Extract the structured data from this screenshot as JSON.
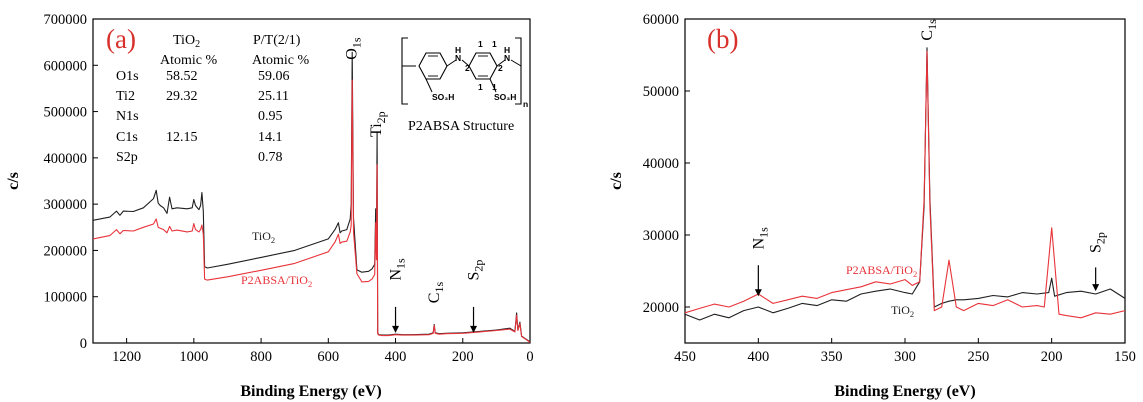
{
  "colors": {
    "tio2": "#1f1f1f",
    "p2absa": "#e8333a",
    "tag": "#d8302a"
  },
  "chart_data": [
    {
      "type": "line",
      "panel_label": "(a)",
      "xlabel": "Binding Energy (eV)",
      "ylabel": "c/s",
      "xlim": [
        1300,
        0
      ],
      "ylim": [
        0,
        700000
      ],
      "x_reversed": true,
      "xticks": [
        {
          "value": 1200,
          "label": "1200"
        },
        {
          "value": 1000,
          "label": "1000"
        },
        {
          "value": 800,
          "label": "800"
        },
        {
          "value": 600,
          "label": "600"
        },
        {
          "value": 400,
          "label": "400"
        },
        {
          "value": 200,
          "label": "200"
        },
        {
          "value": 0,
          "label": "0"
        }
      ],
      "yticks": [
        {
          "value": 0,
          "label": "0"
        },
        {
          "value": 100000,
          "label": "100000"
        },
        {
          "value": 200000,
          "label": "200000"
        },
        {
          "value": 300000,
          "label": "300000"
        },
        {
          "value": 400000,
          "label": "400000"
        },
        {
          "value": 500000,
          "label": "500000"
        },
        {
          "value": 600000,
          "label": "600000"
        },
        {
          "value": 700000,
          "label": "700000"
        }
      ],
      "series": [
        {
          "name": "TiO",
          "name_sub": "2",
          "color_key": "tio2",
          "x": [
            1300,
            1250,
            1230,
            1220,
            1210,
            1180,
            1150,
            1120,
            1112,
            1106,
            1100,
            1090,
            1080,
            1072,
            1065,
            1050,
            1020,
            1005,
            1000,
            995,
            985,
            980,
            976,
            972,
            968,
            960,
            900,
            800,
            700,
            600,
            580,
            570,
            565,
            560,
            545,
            535,
            532,
            529,
            525,
            515,
            500,
            480,
            470,
            462,
            459,
            457,
            455,
            453,
            450,
            440,
            420,
            400,
            380,
            350,
            300,
            288,
            285,
            282,
            270,
            250,
            200,
            150,
            100,
            60,
            45,
            40,
            36,
            30,
            25,
            15,
            5,
            0
          ],
          "y": [
            265000,
            272000,
            285000,
            276000,
            285000,
            284000,
            292000,
            312000,
            330000,
            302000,
            297000,
            292000,
            280000,
            315000,
            290000,
            292000,
            290000,
            292000,
            310000,
            297000,
            288000,
            297000,
            325000,
            285000,
            165000,
            162000,
            170000,
            185000,
            200000,
            225000,
            245000,
            260000,
            238000,
            242000,
            245000,
            268000,
            300000,
            628000,
            270000,
            158000,
            153000,
            155000,
            160000,
            170000,
            290000,
            198000,
            455000,
            22000,
            18000,
            17000,
            17000,
            19000,
            18000,
            18000,
            19000,
            22000,
            40000,
            22000,
            20000,
            21000,
            22000,
            25000,
            28000,
            32000,
            25000,
            65000,
            28000,
            45000,
            15000,
            10000,
            5000,
            2000
          ]
        },
        {
          "name": "P2ABSA/TiO",
          "name_sub": "2",
          "color_key": "p2absa",
          "x": [
            1300,
            1250,
            1230,
            1220,
            1210,
            1180,
            1150,
            1120,
            1112,
            1106,
            1100,
            1090,
            1080,
            1072,
            1065,
            1050,
            1020,
            1005,
            1000,
            995,
            985,
            980,
            976,
            972,
            968,
            960,
            900,
            800,
            700,
            600,
            580,
            570,
            565,
            560,
            545,
            535,
            532,
            529,
            525,
            515,
            500,
            480,
            470,
            462,
            459,
            457,
            455,
            453,
            450,
            440,
            420,
            400,
            380,
            350,
            300,
            288,
            285,
            282,
            270,
            250,
            200,
            150,
            100,
            60,
            45,
            40,
            36,
            30,
            25,
            15,
            5,
            0
          ],
          "y": [
            225000,
            232000,
            245000,
            236000,
            243000,
            242000,
            250000,
            257000,
            268000,
            250000,
            248000,
            245000,
            238000,
            252000,
            242000,
            244000,
            240000,
            242000,
            258000,
            245000,
            240000,
            245000,
            255000,
            235000,
            138000,
            136000,
            143000,
            157000,
            172000,
            197000,
            218000,
            235000,
            215000,
            218000,
            220000,
            240000,
            255000,
            568000,
            240000,
            150000,
            132000,
            133000,
            138000,
            148000,
            260000,
            180000,
            385000,
            20000,
            17000,
            16000,
            16000,
            18000,
            17000,
            17000,
            18000,
            21000,
            38000,
            21000,
            19000,
            20000,
            21000,
            24000,
            27000,
            30000,
            24000,
            60000,
            27000,
            42000,
            14000,
            9000,
            4000,
            1000
          ]
        }
      ],
      "peak_labels": [
        {
          "name": "O",
          "sub": "1s",
          "x": 531,
          "y": 612000,
          "rotated": true
        },
        {
          "name": "Ti",
          "sub": "2p",
          "x": 458,
          "y": 445000,
          "rotated": true
        },
        {
          "name": "N",
          "sub": "1s",
          "x": 400,
          "y": 135000,
          "rotated": true,
          "arrow_from": 78000,
          "arrow_to": 22000
        },
        {
          "name": "C",
          "sub": "1s",
          "x": 285,
          "y": 86000,
          "rotated": true
        },
        {
          "name": "S",
          "sub": "2p",
          "x": 168,
          "y": 135000,
          "rotated": true,
          "arrow_from": 78000,
          "arrow_to": 22000
        }
      ],
      "annotation_table": {
        "col_headers": [
          {
            "text": "TiO",
            "sub": "2"
          },
          {
            "text": "P/T(2/1)",
            "sub": ""
          }
        ],
        "sub_headers": [
          "Atomic %",
          "Atomic %"
        ],
        "rows": [
          {
            "label": "O1s",
            "tio2": "58.52",
            "pt": "59.06"
          },
          {
            "label": "Ti2",
            "tio2": "29.32",
            "pt": "25.11"
          },
          {
            "label": "N1s",
            "tio2": "",
            "pt": "0.95"
          },
          {
            "label": "C1s",
            "tio2": "12.15",
            "pt": "14.1"
          },
          {
            "label": "S2p",
            "tio2": "",
            "pt": "0.78"
          }
        ]
      },
      "structure": {
        "caption": "P2ABSA Structure",
        "atoms": {
          "nh": "H",
          "n": "N",
          "so3h": "SO₃H",
          "sub_n": "n"
        },
        "position_numbers": [
          "1",
          "1",
          "2",
          "2",
          "1",
          "1"
        ]
      }
    },
    {
      "type": "line",
      "panel_label": "(b)",
      "xlabel": "Binding Energy (eV)",
      "ylabel": "c/s",
      "xlim": [
        450,
        150
      ],
      "ylim": [
        15000,
        60000
      ],
      "x_reversed": true,
      "xticks": [
        {
          "value": 450,
          "label": "450"
        },
        {
          "value": 400,
          "label": "400"
        },
        {
          "value": 350,
          "label": "350"
        },
        {
          "value": 300,
          "label": "300"
        },
        {
          "value": 250,
          "label": "250"
        },
        {
          "value": 200,
          "label": "200"
        },
        {
          "value": 150,
          "label": "150"
        }
      ],
      "yticks": [
        {
          "value": 20000,
          "label": "20000"
        },
        {
          "value": 30000,
          "label": "30000"
        },
        {
          "value": 40000,
          "label": "40000"
        },
        {
          "value": 50000,
          "label": "50000"
        },
        {
          "value": 60000,
          "label": "60000"
        }
      ],
      "series": [
        {
          "name": "TiO",
          "name_sub": "2",
          "color_key": "tio2",
          "x": [
            450,
            440,
            430,
            420,
            410,
            400,
            390,
            380,
            370,
            360,
            350,
            340,
            330,
            320,
            310,
            300,
            295,
            290,
            287,
            285,
            283,
            280,
            275,
            270,
            265,
            260,
            250,
            240,
            230,
            220,
            210,
            202,
            200,
            198,
            190,
            180,
            170,
            160,
            150
          ],
          "y": [
            19000,
            18200,
            19000,
            18500,
            19500,
            20000,
            19200,
            19800,
            20500,
            20200,
            21000,
            20800,
            21800,
            22200,
            22500,
            22000,
            21800,
            23500,
            34000,
            56000,
            35000,
            20000,
            20500,
            20800,
            21000,
            21000,
            21200,
            21600,
            21400,
            22000,
            21800,
            22000,
            24000,
            21500,
            22000,
            22200,
            21800,
            22500,
            21200
          ]
        },
        {
          "name": "P2ABSA/TiO",
          "name_sub": "2",
          "color_key": "p2absa",
          "x": [
            450,
            440,
            430,
            420,
            410,
            400,
            390,
            380,
            370,
            360,
            350,
            340,
            330,
            320,
            310,
            300,
            295,
            290,
            287,
            285,
            283,
            280,
            275,
            270,
            265,
            260,
            250,
            240,
            230,
            220,
            210,
            205,
            200,
            195,
            190,
            180,
            170,
            160,
            150
          ],
          "y": [
            19200,
            19800,
            20400,
            20000,
            20800,
            21800,
            20500,
            21000,
            21500,
            21200,
            22000,
            22400,
            22800,
            23500,
            23200,
            23800,
            23000,
            23500,
            35000,
            55500,
            34000,
            19500,
            20000,
            26500,
            20000,
            19500,
            20500,
            20200,
            21000,
            20000,
            20200,
            20000,
            31000,
            19000,
            18800,
            18500,
            19200,
            19000,
            19500
          ]
        }
      ],
      "peak_labels": [
        {
          "name": "C",
          "sub": "1s",
          "x": 285,
          "y": 57000,
          "rotated": true
        },
        {
          "name": "N",
          "sub": "1s",
          "x": 400,
          "y": 28000,
          "rotated": true,
          "arrow_from": 25800,
          "arrow_to": 21500
        },
        {
          "name": "S",
          "sub": "2p",
          "x": 170,
          "y": 27500,
          "rotated": true,
          "arrow_from": 25500,
          "arrow_to": 22200
        }
      ]
    }
  ]
}
